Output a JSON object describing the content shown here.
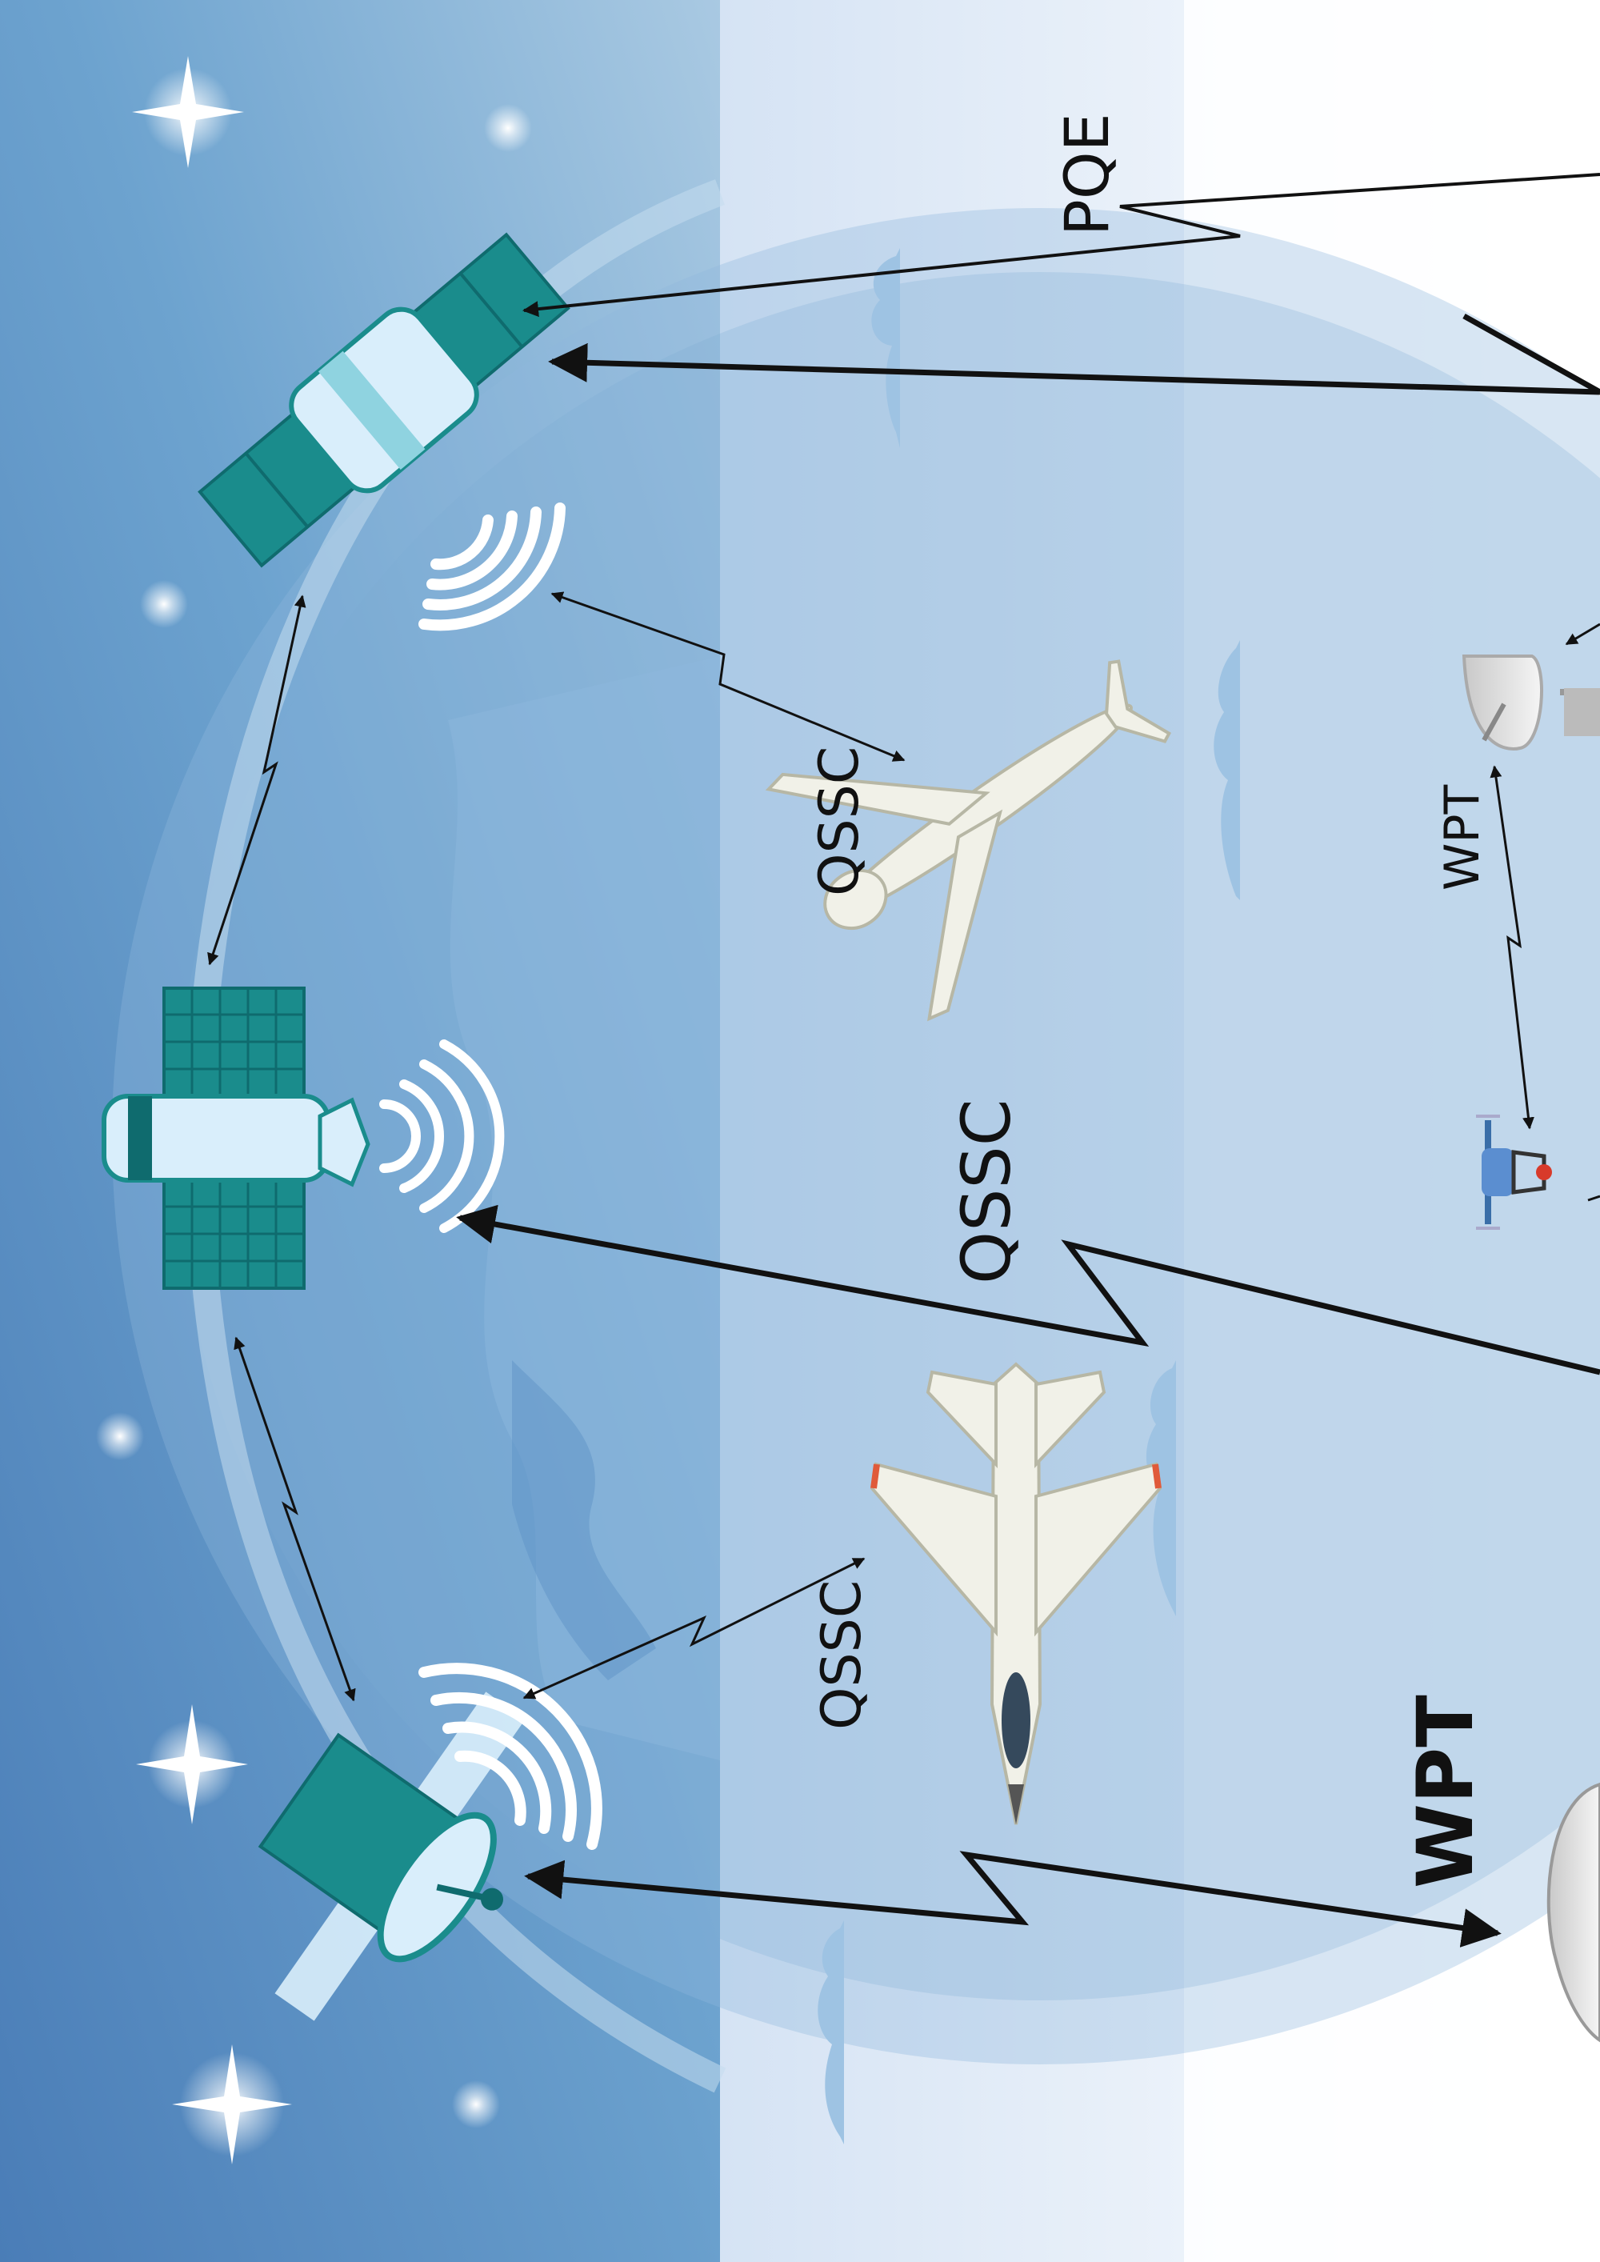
{
  "labels": {
    "pqe": "PQE",
    "qssc_drone": "QSSC",
    "qssc_main": "QSSC",
    "qssc_jet": "QSSC",
    "wpt_small": "WPT",
    "wpt_large": "WPT"
  },
  "colors": {
    "space_dark": "#4f80b8",
    "space_light": "#a4c6e2",
    "sky": "#dbe7f6",
    "ground": "#ffffff",
    "teal": "#1a8c8c",
    "teal_dark": "#0f6b6e",
    "panel_light": "#d9eefb",
    "cloud": "#9ec3e3",
    "arrow": "#111111",
    "aircraft": "#f1f1e8"
  },
  "icons": [
    "satellite-icon",
    "star-icon",
    "earth-icon",
    "cloud-icon",
    "drone-aircraft-icon",
    "fighter-jet-icon",
    "quadcopter-icon",
    "radar-dish-icon",
    "ground-station-dish-icon",
    "signal-waves-icon"
  ]
}
